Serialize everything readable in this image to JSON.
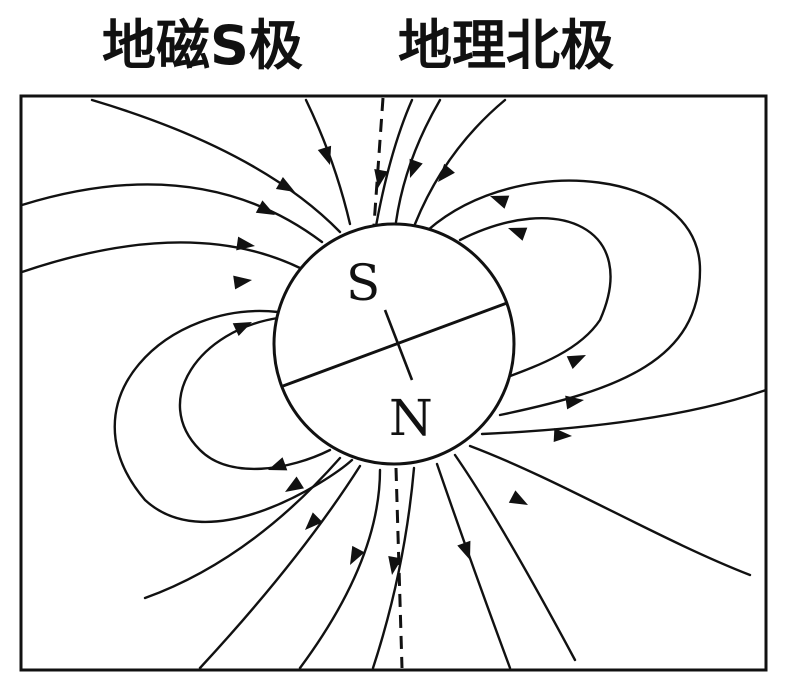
{
  "labels": {
    "geomagnetic_south": "地磁S极",
    "geographic_north": "地理北极"
  },
  "poles": {
    "south": "S",
    "north": "N"
  },
  "colors": {
    "line": "#111111",
    "background": "#ffffff"
  }
}
